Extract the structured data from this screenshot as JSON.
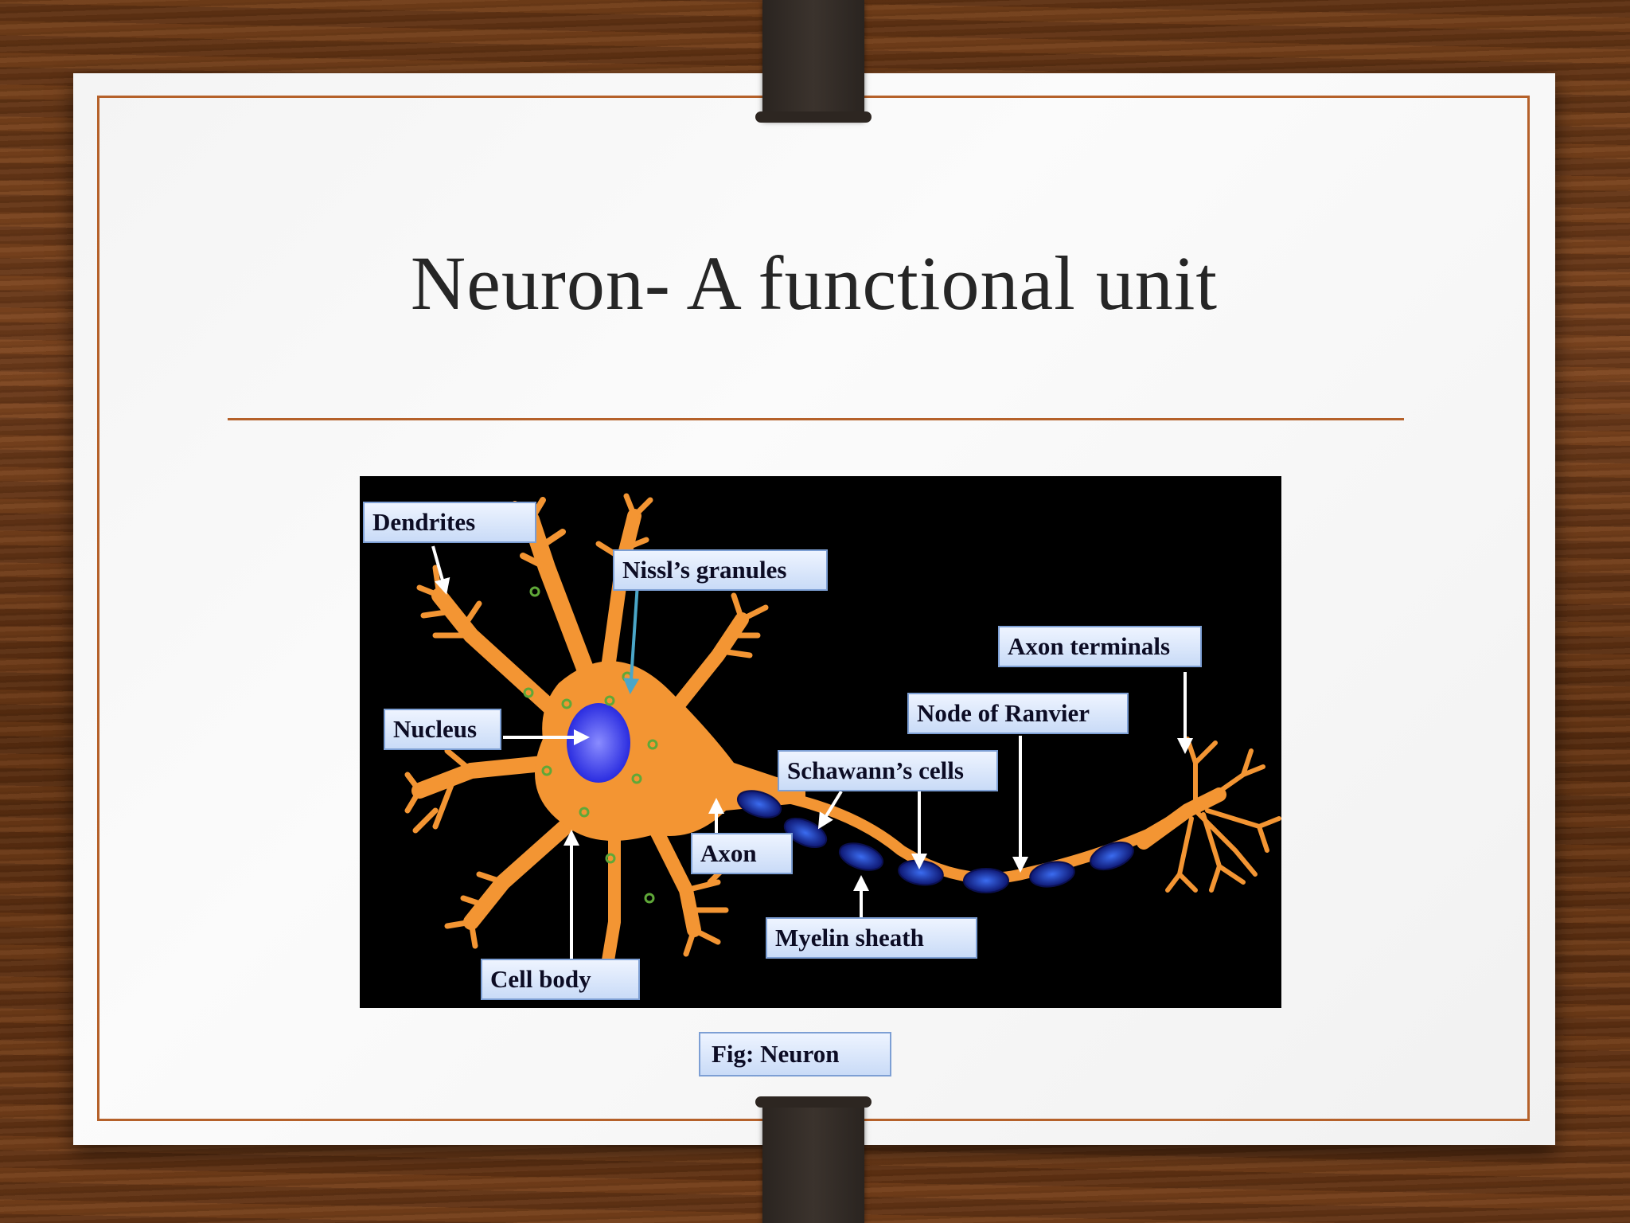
{
  "slide": {
    "title": "Neuron- A functional unit",
    "caption": "Fig: Neuron"
  },
  "diagram": {
    "labels": {
      "dendrites": "Dendrites",
      "nissl": "Nissl’s granules",
      "nucleus": "Nucleus",
      "axon_terminals": "Axon terminals",
      "node_of_ranvier": "Node of Ranvier",
      "schwann": "Schawann’s cells",
      "axon": "Axon",
      "myelin": "Myelin sheath",
      "cell_body": "Cell body"
    },
    "colors": {
      "neuron": "#f39533",
      "nucleus": "#3a3cf0",
      "myelin": "#1a2aa8",
      "granule": "#5fa838",
      "frame": "#b5612a"
    }
  }
}
